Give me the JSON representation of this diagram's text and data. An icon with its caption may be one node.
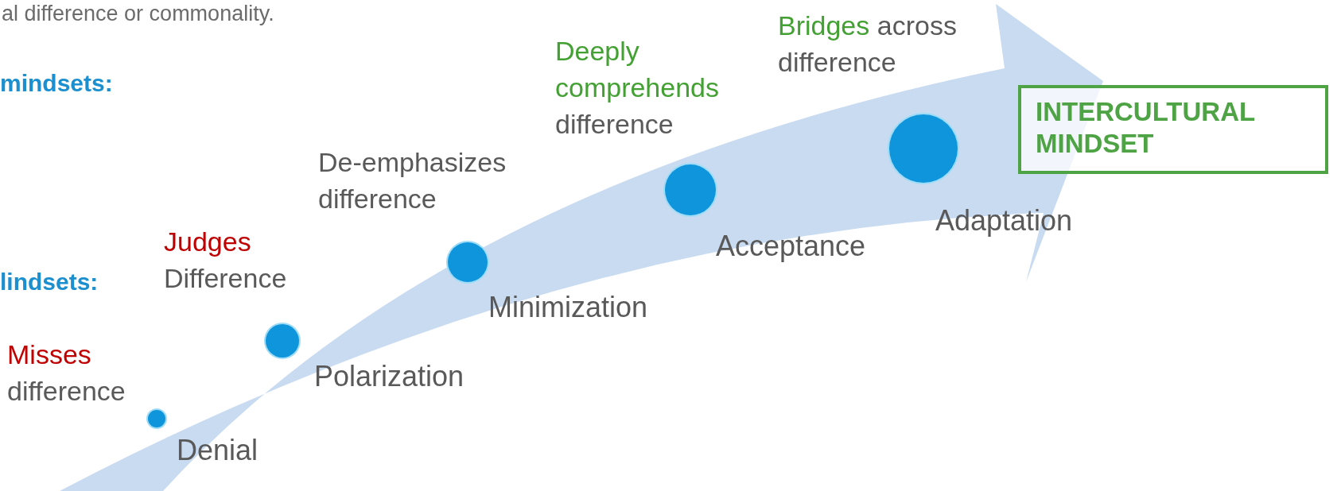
{
  "diagram": {
    "nodes": [
      {
        "text": [],
        "shape": "circle",
        "beside": [
          "Denial",
          "Misses",
          "difference"
        ]
      },
      {
        "text": [],
        "shape": "circle",
        "beside": [
          "Polarization",
          "Judges",
          "Difference"
        ]
      },
      {
        "text": [],
        "shape": "circle",
        "beside": [
          "Minimization",
          "De-emphasizes difference"
        ]
      },
      {
        "text": [],
        "shape": "circle",
        "beside": [
          "Acceptance",
          "Deeply comprehends",
          "difference"
        ]
      },
      {
        "text": [],
        "shape": "circle",
        "beside": [
          "Adaptation",
          "Bridges",
          "across difference"
        ]
      },
      {
        "text": [
          "INTERCULTURAL MINDSET"
        ]
      }
    ],
    "labels": [
      "al difference or commonality.",
      "mindsets:",
      "lindsets:"
    ]
  }
}
